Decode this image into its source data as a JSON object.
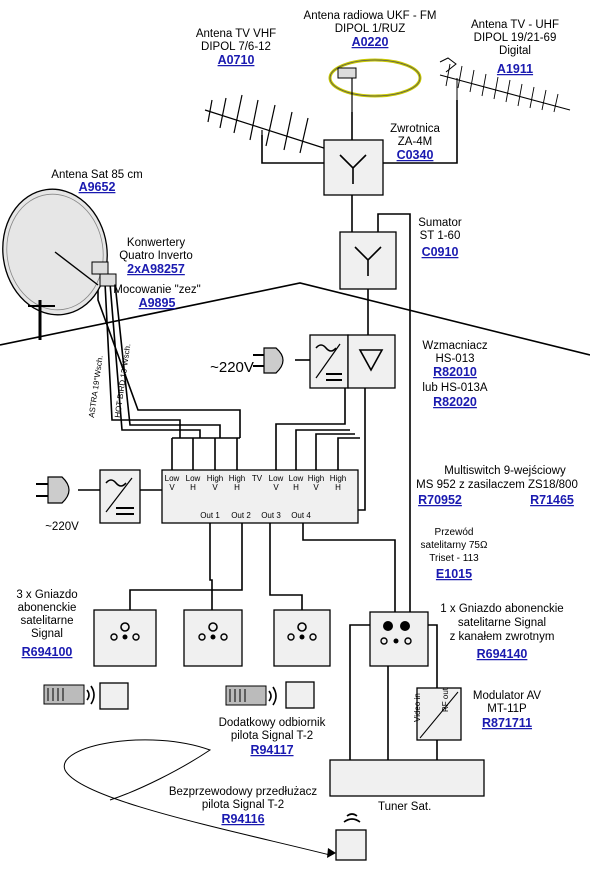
{
  "labels": {
    "vhf_antenna": [
      "Antena TV VHF",
      "DIPOL 7/6-12"
    ],
    "vhf_code": "A0710",
    "fm_antenna": [
      "Antena radiowa UKF - FM",
      "DIPOL 1/RUZ"
    ],
    "fm_code": "A0220",
    "uhf_antenna": [
      "Antena TV - UHF",
      "DIPOL 19/21-69",
      "Digital"
    ],
    "uhf_code": "A1911",
    "diplexer": [
      "Zwrotnica",
      "ZA-4M"
    ],
    "diplexer_code": "C0340",
    "sat_antenna": "Antena Sat 85 cm",
    "sat_code": "A9652",
    "lnb": [
      "Konwertery",
      "Quatro Inverto"
    ],
    "lnb_code": "2xA98257",
    "mount": "Mocowanie \"zez\"",
    "mount_code": "A9895",
    "combiner": [
      "Sumator",
      "ST 1-60"
    ],
    "combiner_code": "C0910",
    "amplifier": [
      "Wzmacniacz",
      "HS-013"
    ],
    "amplifier_code": "R82010",
    "amplifier_alt": "lub HS-013A",
    "amplifier_alt_code": "R82020",
    "voltage_top": "~220V",
    "voltage_bottom": "~220V",
    "astra": "ASTRA 19°Wsch.",
    "hotbird": "HOT BIRD 13°Wsch.",
    "multiswitch": [
      "Multiswitch 9-wejściowy",
      "MS 952 z zasilaczem ZS18/800"
    ],
    "multiswitch_code1": "R70952",
    "multiswitch_code2": "R71465",
    "cable": [
      "Przewód",
      "satelitarny 75Ω",
      "Triset - 113"
    ],
    "cable_code": "E1015",
    "sockets3": [
      "3 x Gniazdo",
      "abonenckie",
      "satelitarne",
      "Signal"
    ],
    "sockets3_code": "R694100",
    "socket1": [
      "1 x Gniazdo abonenckie",
      "satelitarne Signal",
      "z kanałem zwrotnym"
    ],
    "socket1_code": "R694140",
    "modulator": [
      "Modulator AV",
      "MT-11P"
    ],
    "modulator_code": "R871711",
    "extra_receiver": [
      "Dodatkowy odbiornik",
      "pilota Signal T-2"
    ],
    "extra_receiver_code": "R94117",
    "extender": [
      "Bezprzewodowy przedłużacz",
      "pilota Signal T-2"
    ],
    "extender_code": "R94116",
    "tuner": "Tuner Sat.",
    "video_in": "Video in",
    "rf_out": "RF out"
  },
  "multiswitch_inputs": [
    [
      "Low",
      "V"
    ],
    [
      "Low",
      "H"
    ],
    [
      "High",
      "V"
    ],
    [
      "High",
      "H"
    ],
    [
      "TV",
      ""
    ],
    [
      "Low",
      "V"
    ],
    [
      "Low",
      "H"
    ],
    [
      "High",
      "V"
    ],
    [
      "High",
      "H"
    ]
  ],
  "multiswitch_outputs": [
    "Out 1",
    "Out 2",
    "Out 3",
    "Out 4"
  ],
  "colors": {
    "link": "#1a1ab0",
    "lnb_ring": "#c8c800",
    "box_fill": "#f0f0f0"
  }
}
